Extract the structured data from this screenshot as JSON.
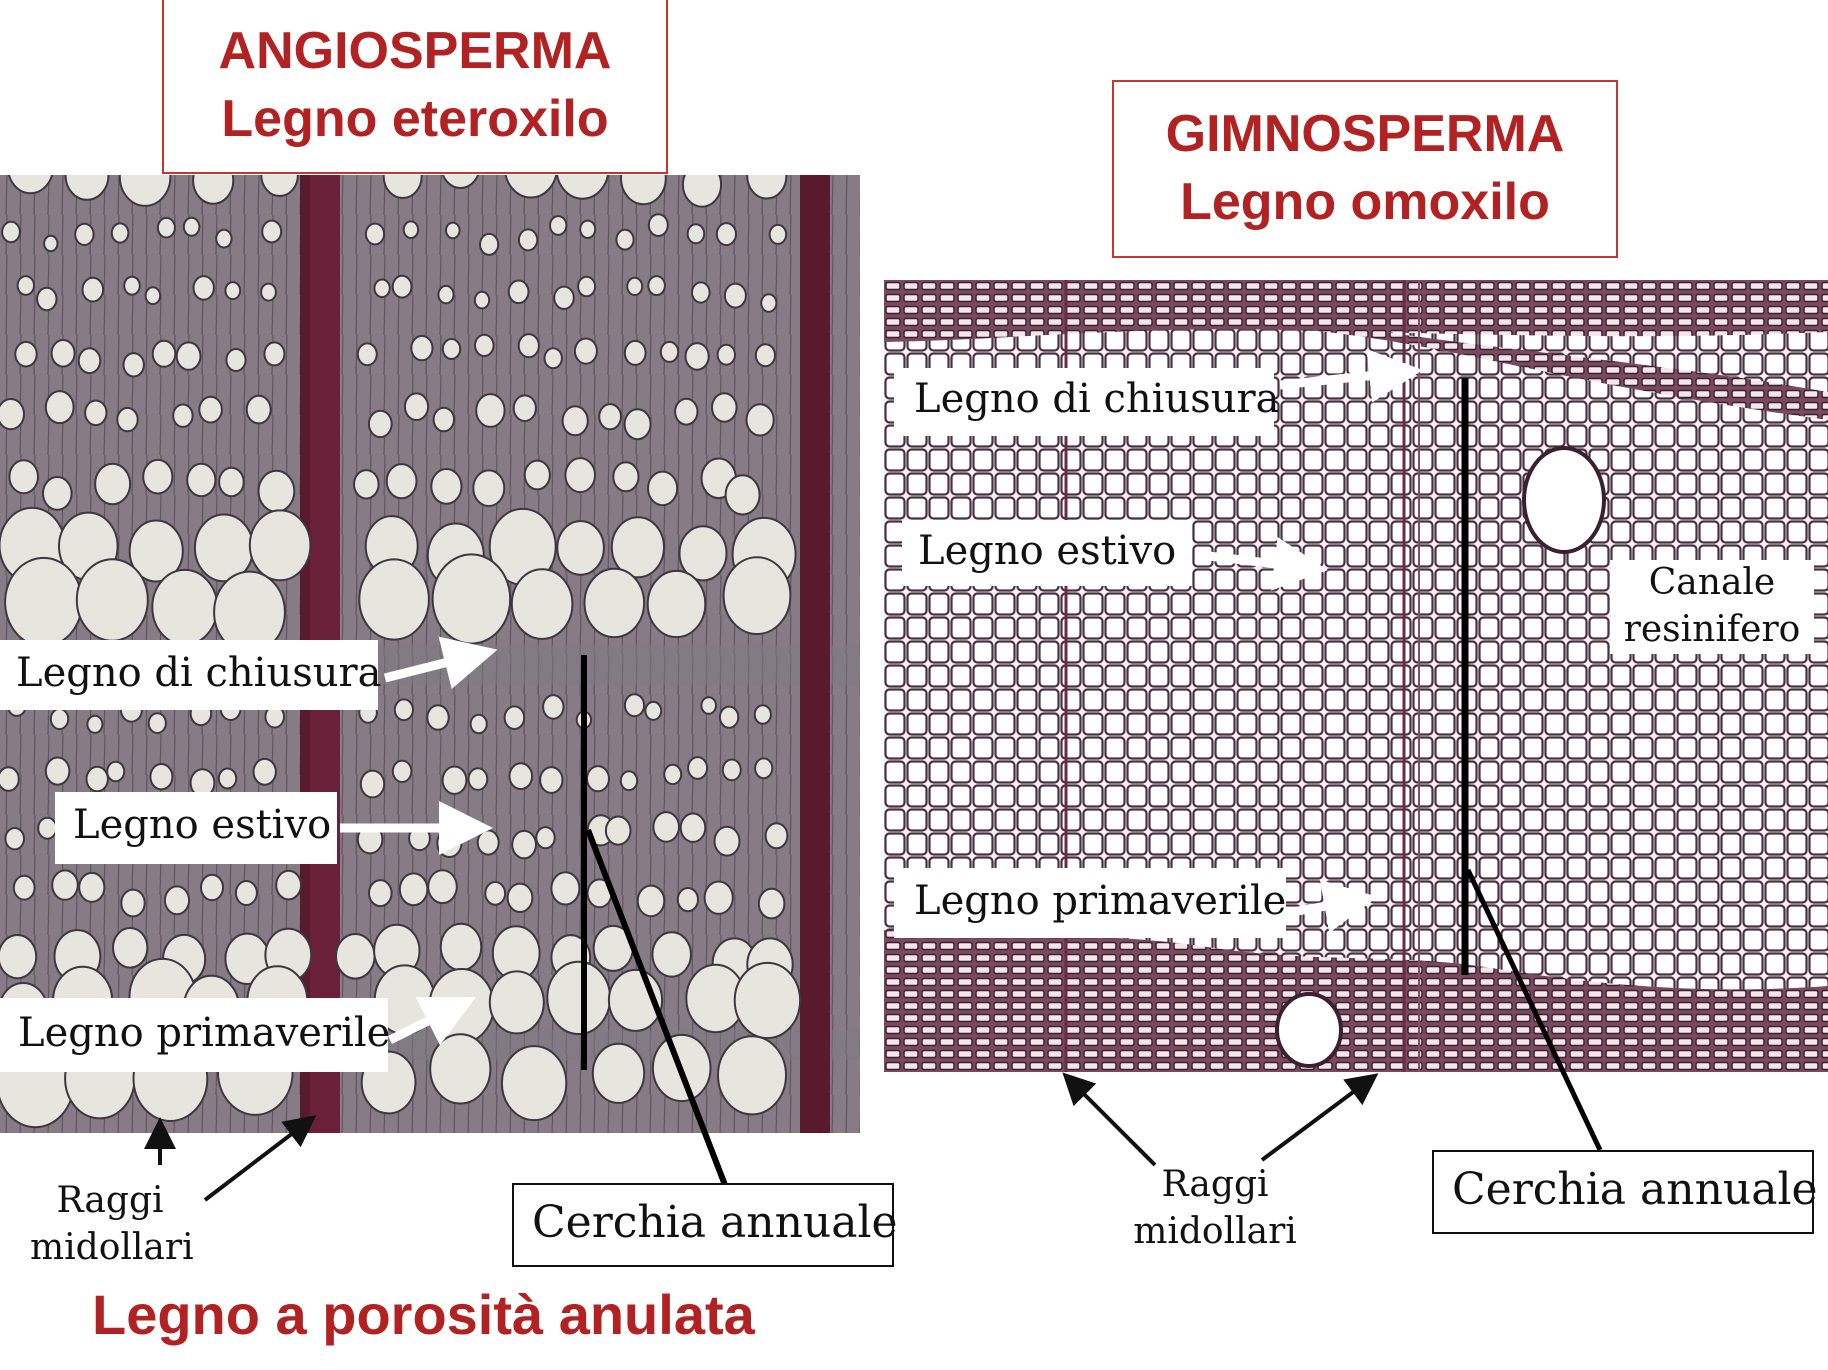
{
  "angio": {
    "title": "ANGIOSPERMA",
    "subtitle": "Legno eteroxilo",
    "labels": {
      "chiusura": "Legno di chiusura",
      "estivo": "Legno estivo",
      "primaverile": "Legno primaverile",
      "raggi_1": "Raggi",
      "raggi_2": "midollari",
      "cerchia": "Cerchia annuale"
    },
    "bottom_title": "Legno a porosità anulata"
  },
  "gimno": {
    "title": "GIMNOSPERMA",
    "subtitle": "Legno omoxilo",
    "labels": {
      "chiusura": "Legno di chiusura",
      "estivo": "Legno estivo",
      "primaverile": "Legno primaverile",
      "canale_1": "Canale",
      "canale_2": "resinifero",
      "raggi_1": "Raggi",
      "raggi_2": "midollari",
      "cerchia": "Cerchia annuale"
    }
  },
  "colors": {
    "title_red": "#b22222",
    "angio_wood": "#8b8089",
    "angio_ray": "#5a1a2e",
    "gimno_cell": "#5a3a48",
    "gimno_bg": "#f4eef0"
  }
}
